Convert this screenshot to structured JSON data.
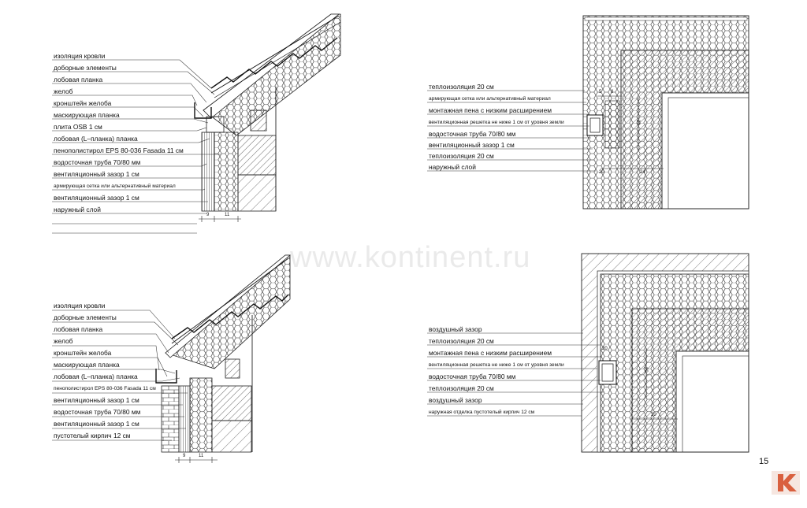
{
  "page": {
    "number": "15",
    "watermark": "www.kontinent.ru",
    "logo_icon": "k-logo-icon"
  },
  "diagram_top_left": {
    "labels": [
      "изоляция кровли",
      "доборные элементы",
      "лобовая планка",
      "желоб",
      "кронштейн желоба",
      "маскирующая планка",
      "плита OSB 1 см",
      "лобовая (L–планка) планка",
      "пенополистирол EPS 80-036 Fasada 11 см",
      "водосточная труба 70/80 мм",
      "вентиляционный зазор 1 см",
      "армирующая сетка или альтернативный материал",
      "вентиляционный зазор 1 см",
      "наружный слой"
    ],
    "dims": [
      "9",
      "11"
    ]
  },
  "diagram_top_right": {
    "labels": [
      "теплоизоляция 20 см",
      "армирующая сетка или альтернативный материал",
      "монтажная пена с низким расширением",
      "вентиляционная решетка не ниже 1 см от уровня земли",
      "водосточная труба 70/80 мм",
      "вентиляционный зазор 1 см",
      "теплоизоляция 20 см",
      "наружный слой"
    ],
    "dims": [
      "5",
      "8",
      "20",
      "20",
      "24"
    ]
  },
  "diagram_bottom_left": {
    "labels": [
      "изоляция кровли",
      "доборные элементы",
      "лобовая планка",
      "желоб",
      "кронштейн желоба",
      "маскирующая планка",
      "лобовая (L–планка) планка",
      "пенополистирол EPS 80-036 Fasada 11 см",
      "вентиляционный зазор 1 см",
      "водосточная труба 70/80 мм",
      "вентиляционный зазор 1 см",
      "пустотелый кирпич 12 см"
    ],
    "dims": [
      "9",
      "11"
    ]
  },
  "diagram_bottom_right": {
    "labels": [
      "воздушный зазор",
      "теплоизоляция 20 см",
      "монтажная пена с низким расширением",
      "вентиляционная решетка не ниже 1 см от уровня земли",
      "водосточная труба 70/80 мм",
      "теплоизоляция 20 см",
      "воздушный зазор",
      "наружная отделка пустотелый кирпич 12 см"
    ],
    "dims": [
      "20",
      "20",
      "20"
    ]
  }
}
